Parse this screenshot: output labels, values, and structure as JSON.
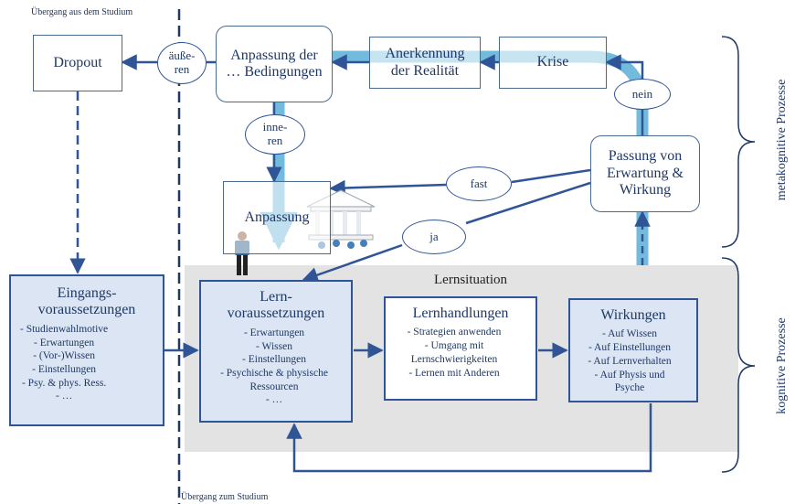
{
  "labels": {
    "top_left": "Übergang aus dem Studium",
    "bottom": "Übergang zum Studium",
    "lernsituation": "Lernsituation",
    "metakognitiv": "metakognitive Prozesse",
    "kognitiv": "kognitive Prozesse"
  },
  "boxes": {
    "dropout": "Dropout",
    "anpassung_bed": "Anpassung der … Bedingungen",
    "anerkennung": "Anerkennung der Realität",
    "krise": "Krise",
    "passung": "Passung von Erwartung & Wirkung",
    "anpassung": "Anpassung"
  },
  "ellipses": {
    "aeussern": "äuße- ren",
    "innern": "inne- ren",
    "nein": "nein",
    "fast": "fast",
    "ja": "ja"
  },
  "eingang": {
    "title": "Eingangs- voraussetzungen",
    "items": [
      "Studienwahlmotive",
      "Erwartungen",
      "(Vor-)Wissen",
      "Einstellungen",
      "Psy. & phys. Ress.",
      "…"
    ]
  },
  "lernvor": {
    "title": "Lern- voraussetzungen",
    "items": [
      "Erwartungen",
      "Wissen",
      "Einstellungen",
      "Psychische & physische Ressourcen",
      "…"
    ]
  },
  "lernhand": {
    "title": "Lernhandlungen",
    "items": [
      "Strategien anwenden",
      "Umgang mit Lernschwierigkeiten",
      "Lernen mit Anderen"
    ]
  },
  "wirkungen": {
    "title": "Wirkungen",
    "items": [
      "Auf Wissen",
      "Auf Einstellungen",
      "Auf Lernverhalten",
      "Auf Physis und Psyche"
    ]
  },
  "colors": {
    "accent": "#2f5597",
    "band": "#5bb0d8",
    "gray_panel": "#e3e3e3"
  }
}
